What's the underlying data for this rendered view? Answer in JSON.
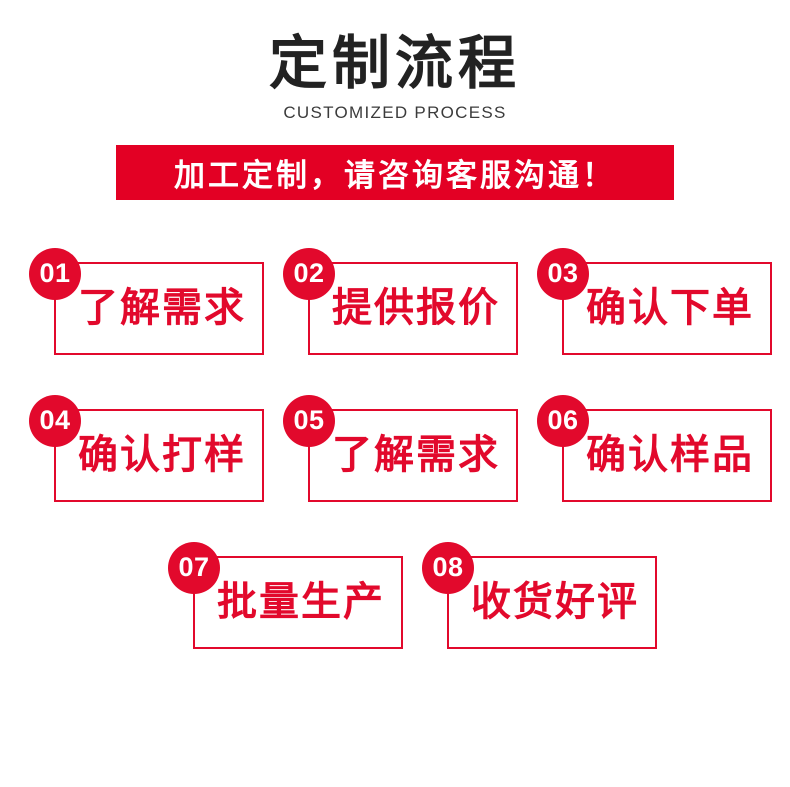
{
  "header": {
    "title": "定制流程",
    "subtitle": "CUSTOMIZED PROCESS"
  },
  "banner": {
    "text": "加工定制，请咨询客服沟通！"
  },
  "colors": {
    "accent_red": "#e2092c",
    "banner_red": "#e30024",
    "title_black": "#222222",
    "subtitle_gray": "#3b3b3b",
    "card_bg": "#ffffff",
    "number_text": "#ffffff"
  },
  "steps": [
    {
      "number": "01",
      "label": "了解需求"
    },
    {
      "number": "02",
      "label": "提供报价"
    },
    {
      "number": "03",
      "label": "确认下单"
    },
    {
      "number": "04",
      "label": "确认打样"
    },
    {
      "number": "05",
      "label": "了解需求"
    },
    {
      "number": "06",
      "label": "确认样品"
    },
    {
      "number": "07",
      "label": "批量生产"
    },
    {
      "number": "08",
      "label": "收货好评"
    }
  ]
}
